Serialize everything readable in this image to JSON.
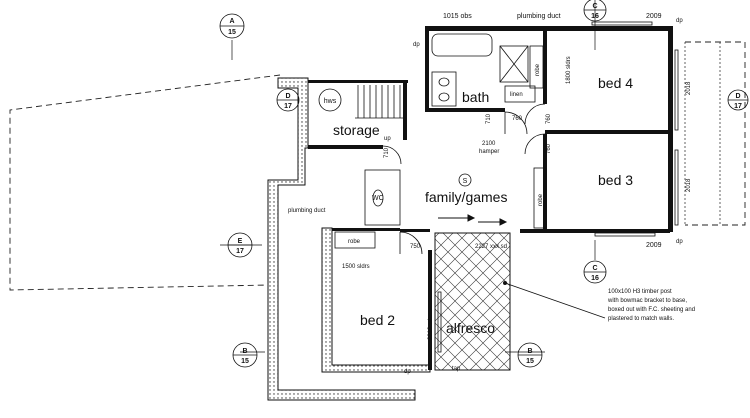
{
  "rooms": {
    "bed4": "bed 4",
    "bed3": "bed 3",
    "bed2": "bed 2",
    "bath": "bath",
    "storage": "storage",
    "family": "family/games",
    "alfresco": "alfresco",
    "hws": "hws",
    "wc": "WC",
    "linen": "linen",
    "robe": "robe",
    "smoke": "S"
  },
  "dimensions": {
    "d1015": "1015 obs",
    "d1800": "1800 sldrs",
    "d2009top": "2009",
    "d2009bot": "2009",
    "d2018a": "2018",
    "d2018b": "2018",
    "d760a": "760",
    "d760b": "760",
    "d760c": "760",
    "d710a": "710",
    "d710b": "710",
    "d2100": "2100",
    "hamper": "hamper",
    "d1500": "1500 sldrs",
    "d750": "750",
    "d2227": "2227 xxx sd",
    "d2018sd": "2018 sd",
    "up": "up"
  },
  "labels": {
    "plumbing_top": "plumbing duct",
    "plumbing_left": "plumbing duct",
    "dp1": "dp",
    "dp2": "dp",
    "dp3": "dp",
    "dp4": "dp",
    "tap": "tap",
    "post_note_1": "100x100 H3 timber post",
    "post_note_2": "with bowmac bracket to base,",
    "post_note_3": "boxed out with F.C. sheeting and",
    "post_note_4": "plastered to match walls."
  },
  "section_markers": {
    "a_top": {
      "letter": "A",
      "sheet": "15"
    },
    "c_top": {
      "letter": "C",
      "sheet": "16"
    },
    "d_left": {
      "letter": "D",
      "sheet": "17"
    },
    "d_right": {
      "letter": "D",
      "sheet": "17"
    },
    "e_left": {
      "letter": "E",
      "sheet": "17"
    },
    "c_right": {
      "letter": "C",
      "sheet": "16"
    },
    "b_left": {
      "letter": "B",
      "sheet": "15"
    },
    "b_right": {
      "letter": "B",
      "sheet": "15"
    }
  },
  "colors": {
    "ink": "#111111",
    "background": "#ffffff"
  }
}
